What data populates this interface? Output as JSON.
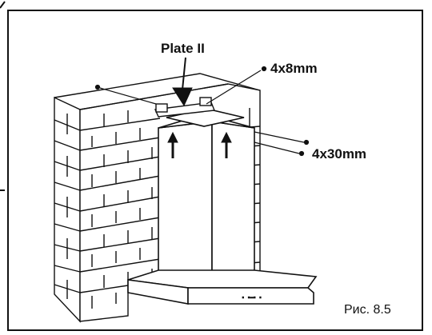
{
  "labels": {
    "plate": "Plate II",
    "small_screw": "4x8mm",
    "long_screw": "4x30mm",
    "caption": "Рис. 8.5"
  },
  "colors": {
    "line": "#111111",
    "background": "#ffffff"
  }
}
